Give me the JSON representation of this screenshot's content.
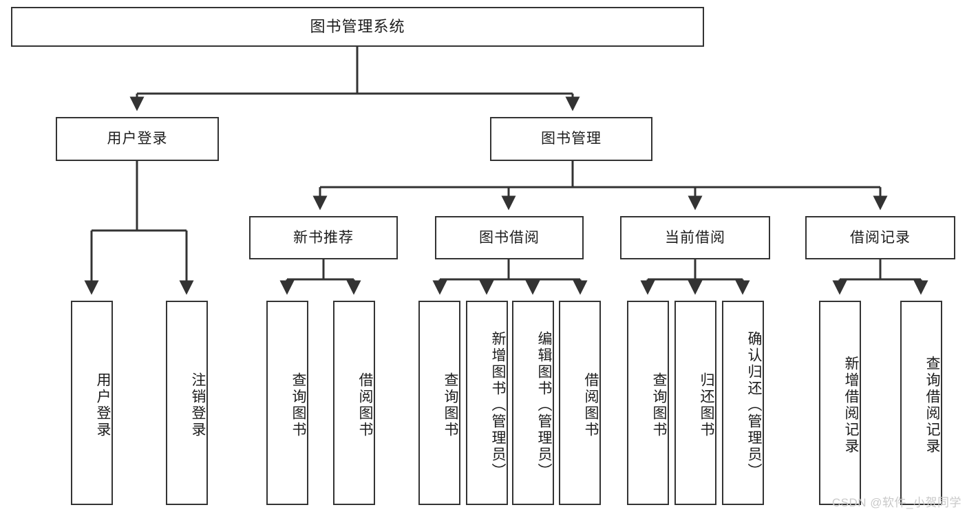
{
  "diagram": {
    "title": "图书管理系统",
    "type": "hierarchy-tree",
    "watermark": "CSDN @软件_小贺同学",
    "colors": {
      "box_border": "#333333",
      "box_fill": "#ffffff",
      "edge": "#333333",
      "text": "#1c1c1c",
      "watermark": "#c9c9c9"
    },
    "levels": {
      "root": {
        "label": "图书管理系统"
      },
      "level2": [
        {
          "label": "用户登录"
        },
        {
          "label": "图书管理"
        }
      ],
      "level3": [
        {
          "label": "新书推荐"
        },
        {
          "label": "图书借阅"
        },
        {
          "label": "当前借阅"
        },
        {
          "label": "借阅记录"
        }
      ],
      "leaves": [
        {
          "label": "用户登录",
          "parent": "用户登录"
        },
        {
          "label": "注销登录",
          "parent": "用户登录"
        },
        {
          "label": "查询图书",
          "parent": "新书推荐"
        },
        {
          "label": "借阅图书",
          "parent": "新书推荐"
        },
        {
          "label": "查询图书",
          "parent": "图书借阅"
        },
        {
          "label": "新增图书（管理员）",
          "parent": "图书借阅"
        },
        {
          "label": "编辑图书（管理员）",
          "parent": "图书借阅"
        },
        {
          "label": "借阅图书",
          "parent": "图书借阅"
        },
        {
          "label": "查询图书",
          "parent": "当前借阅"
        },
        {
          "label": "归还图书",
          "parent": "当前借阅"
        },
        {
          "label": "确认归还（管理员）",
          "parent": "当前借阅"
        },
        {
          "label": "新增借阅记录",
          "parent": "借阅记录"
        },
        {
          "label": "查询借阅记录",
          "parent": "借阅记录"
        }
      ]
    }
  }
}
